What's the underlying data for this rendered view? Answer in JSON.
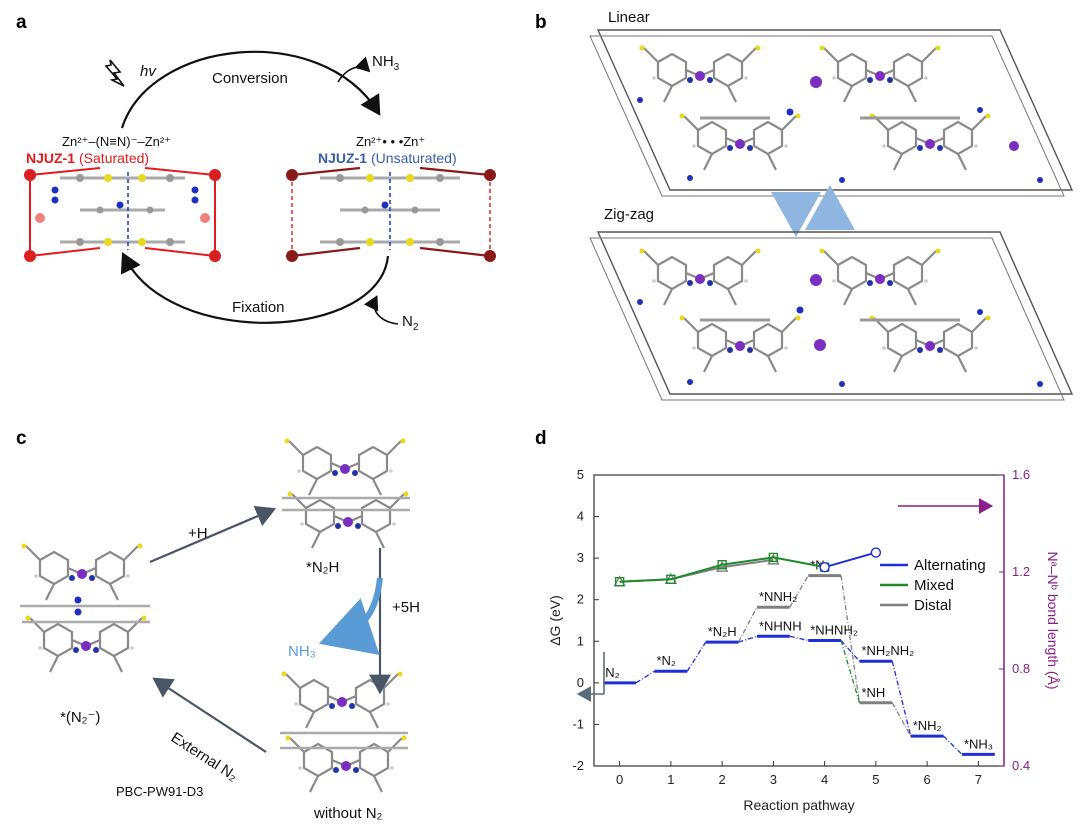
{
  "panels": {
    "a": "a",
    "b": "b",
    "c": "c",
    "d": "d"
  },
  "panel_a": {
    "light": "hv",
    "arrow_top": "Conversion",
    "arrow_bottom": "Fixation",
    "product": "NH",
    "product_sub": "3",
    "reactant": "N",
    "reactant_sub": "2",
    "left_formula": "Zn²⁺–(N≡N)⁻–Zn²⁺",
    "left_name": "NJUZ-1",
    "left_state": "(Saturated)",
    "right_formula": "Zn²⁺• • •Zn⁺",
    "right_name": "NJUZ-1",
    "right_state": "(Unsaturated)",
    "left_color": "#e41a1c",
    "right_color": "#3a5fa8"
  },
  "panel_b": {
    "top_label": "Linear",
    "bottom_label": "Zig-zag"
  },
  "panel_c": {
    "left_label": "*(N₂⁻)",
    "top_label": "*N₂H",
    "bottom_label": "without N₂",
    "step1": "+H",
    "step2": "+5H",
    "byproduct": "NH₃",
    "external": "External N₂",
    "method": "PBC-PW91-D3"
  },
  "chart_data": {
    "type": "line",
    "xlabel": "Reaction pathway",
    "ylabel": "ΔG (eV)",
    "ylabel_right": "Nᵃ–Nᵇ bond length (Å)",
    "xlim": [
      -0.5,
      7.5
    ],
    "ylim": [
      -2,
      5
    ],
    "ylim_right": [
      0.4,
      1.6
    ],
    "x_ticks": [
      0,
      1,
      2,
      3,
      4,
      5,
      6,
      7
    ],
    "y_ticks": [
      -2,
      -1,
      0,
      1,
      2,
      3,
      4,
      5
    ],
    "y_ticks_right": [
      0.4,
      0.8,
      1.2,
      1.6
    ],
    "legend_position": "right",
    "legend": [
      "Alternating",
      "Mixed",
      "Distal"
    ],
    "colors": {
      "Alternating": "#1f2fd6",
      "Mixed": "#1f8a2a",
      "Distal": "#808080",
      "axis_right": "#8a1f8a"
    },
    "energy_levels": [
      {
        "label": "N₂",
        "x": 0,
        "y": 0.0,
        "path": "Alternating"
      },
      {
        "label": "*N₂",
        "x": 1,
        "y": 0.28,
        "path": "Alternating"
      },
      {
        "label": "*N₂H",
        "x": 2,
        "y": 0.98,
        "path": "Alternating"
      },
      {
        "label": "*NHNH",
        "x": 3,
        "y": 1.12,
        "path": "Alternating"
      },
      {
        "label": "*NHNH₂",
        "x": 4,
        "y": 1.02,
        "path": "Alternating"
      },
      {
        "label": "*NH₂NH₂",
        "x": 5,
        "y": 0.52,
        "path": "Alternating"
      },
      {
        "label": "*NH₂",
        "x": 6,
        "y": -1.28,
        "path": "Alternating"
      },
      {
        "label": "*NH₃",
        "x": 7,
        "y": -1.72,
        "path": "Alternating"
      },
      {
        "label": "*NNH₂",
        "x": 3,
        "y": 1.82,
        "path": "Distal"
      },
      {
        "label": "*N",
        "x": 4,
        "y": 2.58,
        "path": "Distal"
      },
      {
        "label": "*NH",
        "x": 5,
        "y": -0.48,
        "path": "Distal"
      }
    ],
    "bond_length_series": [
      {
        "name": "Alternating",
        "x": [
          4,
          5
        ],
        "y": [
          1.22,
          1.28
        ]
      },
      {
        "name": "Mixed",
        "x": [
          0,
          1,
          2,
          3,
          4
        ],
        "y": [
          1.16,
          1.17,
          1.23,
          1.26,
          1.22
        ]
      },
      {
        "name": "Distal",
        "x": [
          0,
          1,
          2,
          3
        ],
        "y": [
          1.16,
          1.17,
          1.22,
          1.25
        ]
      }
    ]
  }
}
